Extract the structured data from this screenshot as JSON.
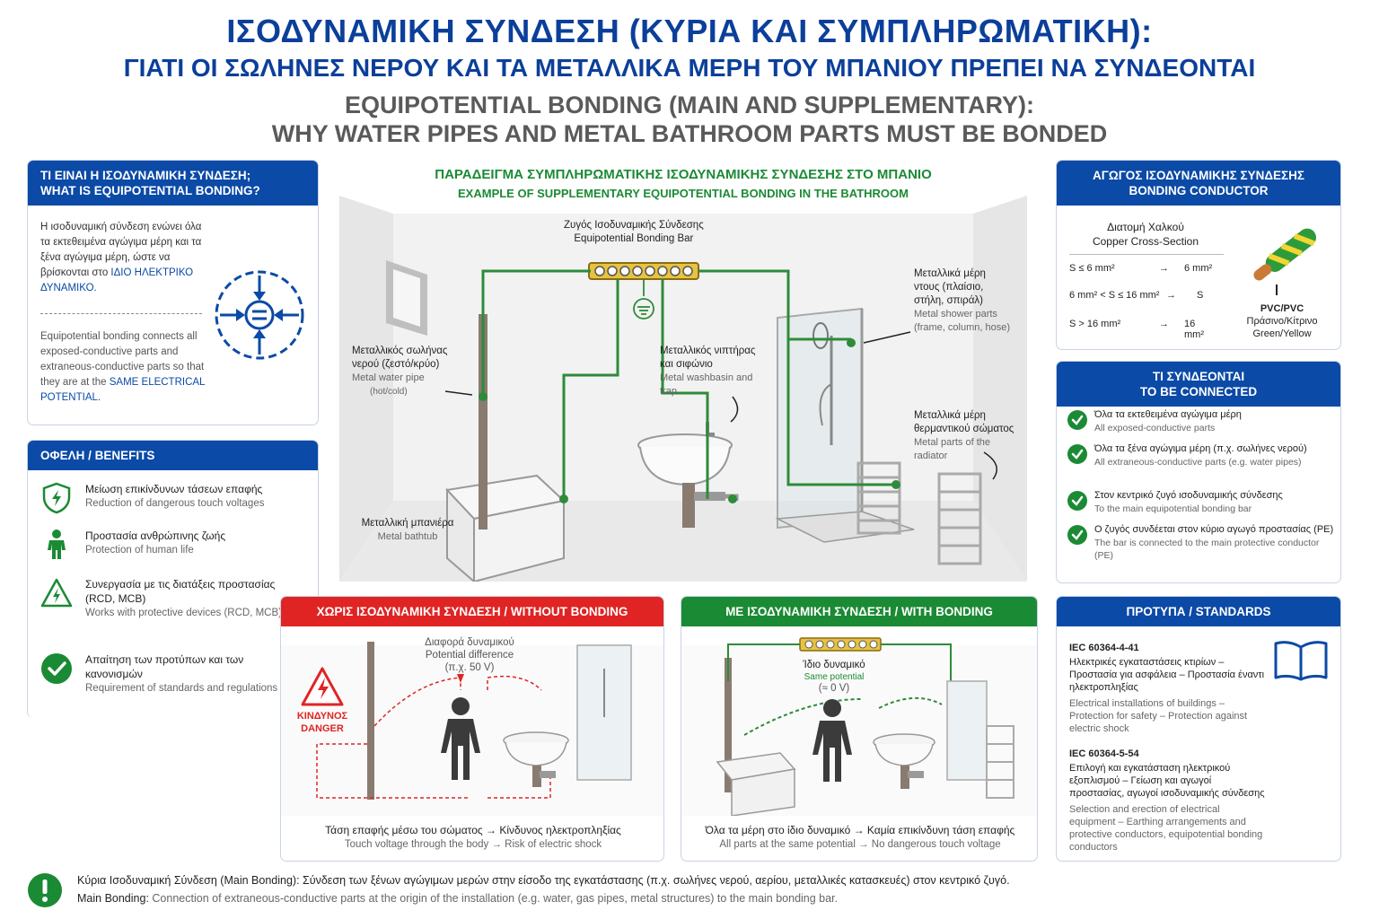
{
  "title": {
    "gr_line1": "ΙΣΟΔΥΝΑΜΙΚΗ ΣΥΝΔΕΣΗ (ΚΥΡΙΑ ΚΑΙ ΣΥΜΠΛΗΡΩΜΑΤΙΚΗ):",
    "gr_line2": "ΓΙΑΤΙ ΟΙ ΣΩΛΗΝΕΣ ΝΕΡΟΥ ΚΑΙ ΤΑ ΜΕΤΑΛΛΙΚΑ ΜΕΡΗ ΤΟΥ ΜΠΑΝΙΟΥ ΠΡΕΠΕΙ ΝΑ ΣΥΝΔΕΟΝΤΑΙ",
    "en_line1": "EQUIPOTENTIAL BONDING (MAIN AND SUPPLEMENTARY):",
    "en_line2": "WHY WATER PIPES AND METAL BATHROOM PARTS MUST BE BONDED"
  },
  "what": {
    "head_gr": "ΤΙ ΕΙΝΑΙ Η ΙΣΟΔΥΝΑΜΙΚΗ ΣΥΝΔΕΣΗ;",
    "head_en": "WHAT IS EQUIPOTENTIAL BONDING?",
    "gr_text": "Η ισοδυναμική σύνδεση ενώνει όλα τα εκτεθειμένα αγώγιμα μέρη και τα ξένα αγώγιμα μέρη, ώστε να βρίσκονται στο",
    "gr_highlight": "ΙΔΙΟ ΗΛΕΚΤΡΙΚΟ ΔΥΝΑΜΙΚΟ.",
    "en_text": "Equipotential bonding connects all exposed-conductive parts and extraneous-conductive parts so that they are at the",
    "en_highlight": "SAME ELECTRICAL POTENTIAL."
  },
  "benefits": {
    "head": "ΟΦΕΛΗ / BENEFITS",
    "items": [
      {
        "gr": "Μείωση επικίνδυνων τάσεων επαφής",
        "en": "Reduction of dangerous touch voltages",
        "icon": "shield-icon"
      },
      {
        "gr": "Προστασία ανθρώπινης ζωής",
        "en": "Protection of human life",
        "icon": "person-icon"
      },
      {
        "gr": "Συνεργασία με τις διατάξεις προστασίας (RCD, MCB)",
        "en": "Works with protective devices (RCD, MCB)",
        "icon": "lightning-warning-icon"
      },
      {
        "gr": "Απαίτηση των προτύπων και των κανονισμών",
        "en": "Requirement of standards and regulations",
        "icon": "check-circle-icon"
      }
    ]
  },
  "scene": {
    "title_gr": "ΠΑΡΑΔΕΙΓΜΑ ΣΥΜΠΛΗΡΩΜΑΤΙΚΗΣ ΙΣΟΔΥΝΑΜΙΚΗΣ ΣΥΝΔΕΣΗΣ ΣΤΟ ΜΠΑΝΙΟ",
    "title_en": "EXAMPLE OF SUPPLEMENTARY EQUIPOTENTIAL BONDING IN THE BATHROOM",
    "bar_gr": "Ζυγός Ισοδυναμικής Σύνδεσης",
    "bar_en": "Equipotential Bonding Bar",
    "pipe_gr": "Μεταλλικός σωλήνας νερού (ζεστό/κρύο)",
    "pipe_en": "Metal water pipe",
    "pipe_en2": "(hot/cold)",
    "basin_gr": "Μεταλλικός νιπτήρας και σιφώνιο",
    "basin_en": "Metal washbasin and trap",
    "shower_gr": "Μεταλλικά μέρη ντους (πλαίσιο, στήλη, σπιράλ)",
    "shower_en": "Metal shower parts (frame, column, hose)",
    "radiator_gr": "Μεταλλικά μέρη θερμαντικού σώματος",
    "radiator_en": "Metal parts of the radiator",
    "bathtub_gr": "Μεταλλική μπανιέρα",
    "bathtub_en": "Metal bathtub"
  },
  "conductor": {
    "head_gr": "ΑΓΩΓΟΣ ΙΣΟΔΥΝΑΜΙΚΗΣ ΣΥΝΔΕΣΗΣ",
    "head_en": "BONDING CONDUCTOR",
    "cs_gr": "Διατομή Χαλκού",
    "cs_en": "Copper Cross-Section",
    "rows": [
      {
        "cond": "S ≤ 6 mm²",
        "arrow": "→",
        "val": "6 mm²"
      },
      {
        "cond": "6 mm² < S ≤ 16 mm²",
        "arrow": "→",
        "val": "S"
      },
      {
        "cond": "S > 16 mm²",
        "arrow": "→",
        "val": "16 mm²"
      }
    ],
    "cable_l1": "PVC/PVC",
    "cable_l2": "Πράσινο/Κίτρινο",
    "cable_l3": "Green/Yellow"
  },
  "connect": {
    "head_gr": "ΤΙ ΣΥΝΔΕΟΝΤΑΙ",
    "head_en": "TO BE CONNECTED",
    "items": [
      {
        "gr": "Όλα τα εκτεθειμένα αγώγιμα μέρη",
        "en": "All exposed-conductive parts"
      },
      {
        "gr": "Όλα τα ξένα αγώγιμα μέρη (π.χ. σωλήνες νερού)",
        "en": "All extraneous-conductive parts (e.g. water pipes)"
      },
      {
        "gr": "Στον κεντρικό ζυγό ισοδυναμικής σύνδεσης",
        "en": "To the main equipotential bonding bar"
      },
      {
        "gr": "Ο ζυγός συνδέεται στον κύριο αγωγό προστασίας (PE)",
        "en": "The bar is connected to the main protective conductor (PE)"
      }
    ]
  },
  "without": {
    "head": "ΧΩΡΙΣ ΙΣΟΔΥΝΑΜΙΚΗ ΣΥΝΔΕΣΗ / WITHOUT BONDING",
    "danger_gr": "ΚΙΝΔΥΝΟΣ",
    "danger_en": "DANGER",
    "pd_gr": "Διαφορά δυναμικού",
    "pd_en": "Potential difference",
    "pd_val": "(π.χ. 50 V)",
    "caption_gr": "Τάση επαφής μέσω του σώματος → Κίνδυνος ηλεκτροπληξίας",
    "caption_en": "Touch voltage through the body → Risk of electric shock"
  },
  "with": {
    "head": "ΜΕ ΙΣΟΔΥΝΑΜΙΚΗ ΣΥΝΔΕΣΗ / WITH BONDING",
    "sp_gr": "Ίδιο δυναμικό",
    "sp_en": "Same potential",
    "sp_val": "(≈ 0 V)",
    "caption_gr": "Όλα τα μέρη στο ίδιο δυναμικό → Καμία επικίνδυνη τάση επαφής",
    "caption_en": "All parts at the same potential → No dangerous touch voltage"
  },
  "standards": {
    "head": "ΠΡΟΤΥΠΑ / STANDARDS",
    "items": [
      {
        "code": "IEC 60364-4-41",
        "gr": "Ηλεκτρικές εγκαταστάσεις κτιρίων – Προστασία για ασφάλεια – Προστασία έναντι ηλεκτροπληξίας",
        "en": "Electrical installations of buildings – Protection for safety – Protection against electric shock"
      },
      {
        "code": "IEC 60364-5-54",
        "gr": "Επιλογή και εγκατάσταση ηλεκτρικού εξοπλισμού – Γείωση και αγωγοί προστασίας, αγωγοί ισοδυναμικής σύνδεσης",
        "en": "Selection and erection of electrical equipment – Earthing arrangements and protective conductors, equipotential bonding conductors"
      }
    ]
  },
  "footer": {
    "gr_label": "Κύρια Ισοδυναμική Σύνδεση (Main Bonding):",
    "gr_text": "Σύνδεση των ξένων αγώγιμων μερών στην είσοδο της εγκατάστασης (π.χ. σωλήνες νερού, αερίου, μεταλλικές κατασκευές) στον κεντρικό ζυγό.",
    "en_label": "Main Bonding:",
    "en_text": "Connection of extraneous-conductive parts at the origin of the installation (e.g. water, gas pipes, metal structures) to the main bonding bar."
  },
  "colors": {
    "primary": "#0b4aa6",
    "danger": "#e02424",
    "ok": "#1b8a34",
    "bond": "#2e8b3a"
  }
}
